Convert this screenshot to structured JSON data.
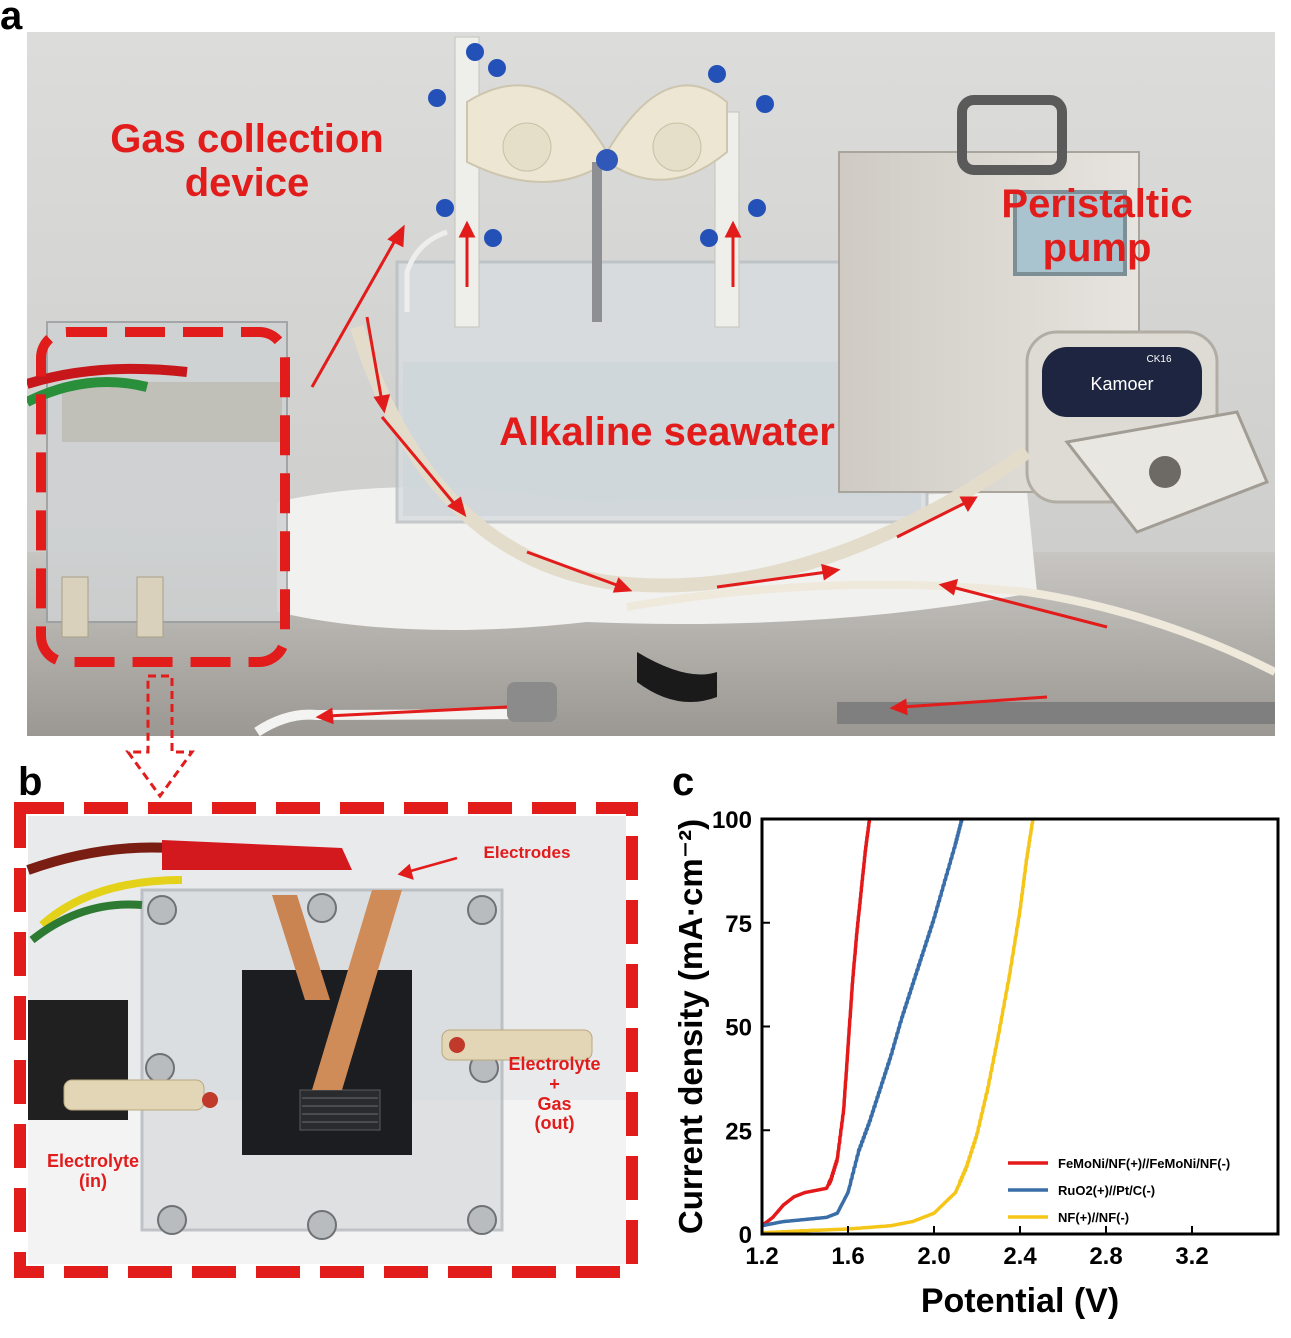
{
  "panels": {
    "a": "a",
    "b": "b",
    "c": "c"
  },
  "photo_a": {
    "labels": {
      "gas_collection": [
        "Gas collection",
        "device"
      ],
      "peristaltic": [
        "Peristaltic",
        "pump"
      ],
      "alkaline": "Alkaline seawater"
    },
    "pump_brand": "Kamoer",
    "pump_model": "CK16"
  },
  "photo_b": {
    "labels": {
      "electrodes": "Electrodes",
      "electrolyte_out": [
        "Electrolyte",
        "+",
        "Gas",
        "(out)"
      ],
      "electrolyte_in": [
        "Electrolyte",
        "(in)"
      ]
    }
  },
  "colors": {
    "label_red": "#e21b1b",
    "series_red": "#e41a1a",
    "series_blue": "#3a6ea8",
    "series_yellow": "#f5c518"
  },
  "chart_data": {
    "type": "line",
    "xlabel": "Potential (V)",
    "ylabel": "Current density (mA·cm⁻²)",
    "xlim": [
      1.2,
      3.6
    ],
    "ylim": [
      0,
      100
    ],
    "xticks": [
      "1.2",
      "1.6",
      "2.0",
      "2.4",
      "2.8",
      "3.2"
    ],
    "yticks": [
      "0",
      "25",
      "50",
      "75",
      "100"
    ],
    "legend_position": "bottom-right",
    "series": [
      {
        "name": "FeMoNi/NF(+)//FeMoNi/NF(-)",
        "color": "#e41a1a",
        "x": [
          1.2,
          1.25,
          1.3,
          1.35,
          1.4,
          1.45,
          1.5,
          1.52,
          1.55,
          1.58,
          1.6,
          1.62,
          1.64,
          1.66,
          1.68,
          1.7
        ],
        "y": [
          2,
          4,
          7,
          9,
          10,
          10.5,
          11,
          13,
          18,
          30,
          45,
          60,
          72,
          82,
          92,
          100
        ]
      },
      {
        "name": "RuO2(+)//Pt/C(-)",
        "color": "#3a6ea8",
        "x": [
          1.2,
          1.3,
          1.4,
          1.5,
          1.55,
          1.6,
          1.65,
          1.7,
          1.75,
          1.8,
          1.85,
          1.9,
          1.95,
          2.0,
          2.05,
          2.1,
          2.13
        ],
        "y": [
          2,
          3,
          3.5,
          4,
          5,
          10,
          20,
          27,
          35,
          43,
          52,
          60,
          68,
          76,
          85,
          94,
          100
        ]
      },
      {
        "name": "NF(+)//NF(-)",
        "color": "#f5c518",
        "x": [
          1.2,
          1.4,
          1.6,
          1.8,
          1.9,
          2.0,
          2.1,
          2.15,
          2.2,
          2.25,
          2.3,
          2.35,
          2.4,
          2.43,
          2.46
        ],
        "y": [
          0.3,
          0.8,
          1.2,
          2,
          3,
          5,
          10,
          16,
          24,
          35,
          48,
          62,
          78,
          90,
          100
        ]
      }
    ]
  }
}
